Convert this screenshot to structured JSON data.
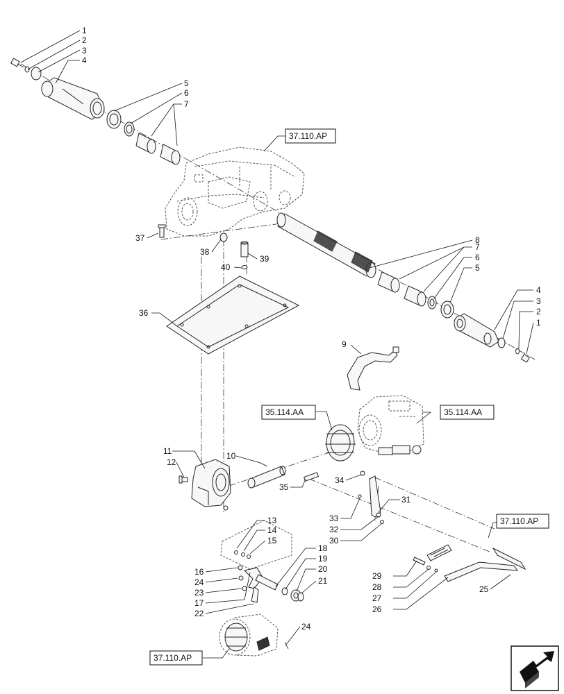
{
  "callouts": {
    "c1a": "1",
    "c2a": "2",
    "c3a": "3",
    "c4a": "4",
    "c5a": "5",
    "c6a": "6",
    "c7a": "7",
    "c8": "8",
    "c7b": "7",
    "c6b": "6",
    "c5b": "5",
    "c4b": "4",
    "c3b": "3",
    "c2b": "2",
    "c1b": "1",
    "c9": "9",
    "c10": "10",
    "c11": "11",
    "c12": "12",
    "c13": "13",
    "c14": "14",
    "c15": "15",
    "c16": "16",
    "c17": "17",
    "c18": "18",
    "c19": "19",
    "c20": "20",
    "c21": "21",
    "c22": "22",
    "c23": "23",
    "c24a": "24",
    "c24b": "24",
    "c25": "25",
    "c26": "26",
    "c27": "27",
    "c28": "28",
    "c29": "29",
    "c30": "30",
    "c31": "31",
    "c32": "32",
    "c33": "33",
    "c34": "34",
    "c35": "35",
    "c36": "36",
    "c37": "37",
    "c38": "38",
    "c39": "39",
    "c40": "40"
  },
  "references": {
    "ref_top": "37.110.AP",
    "ref_mid_left": "35.114.AA",
    "ref_mid_right": "35.114.AA",
    "ref_right": "37.110.AP",
    "ref_bottom": "37.110.AP"
  },
  "icons": {
    "nav": "next-page-arrow-icon"
  }
}
